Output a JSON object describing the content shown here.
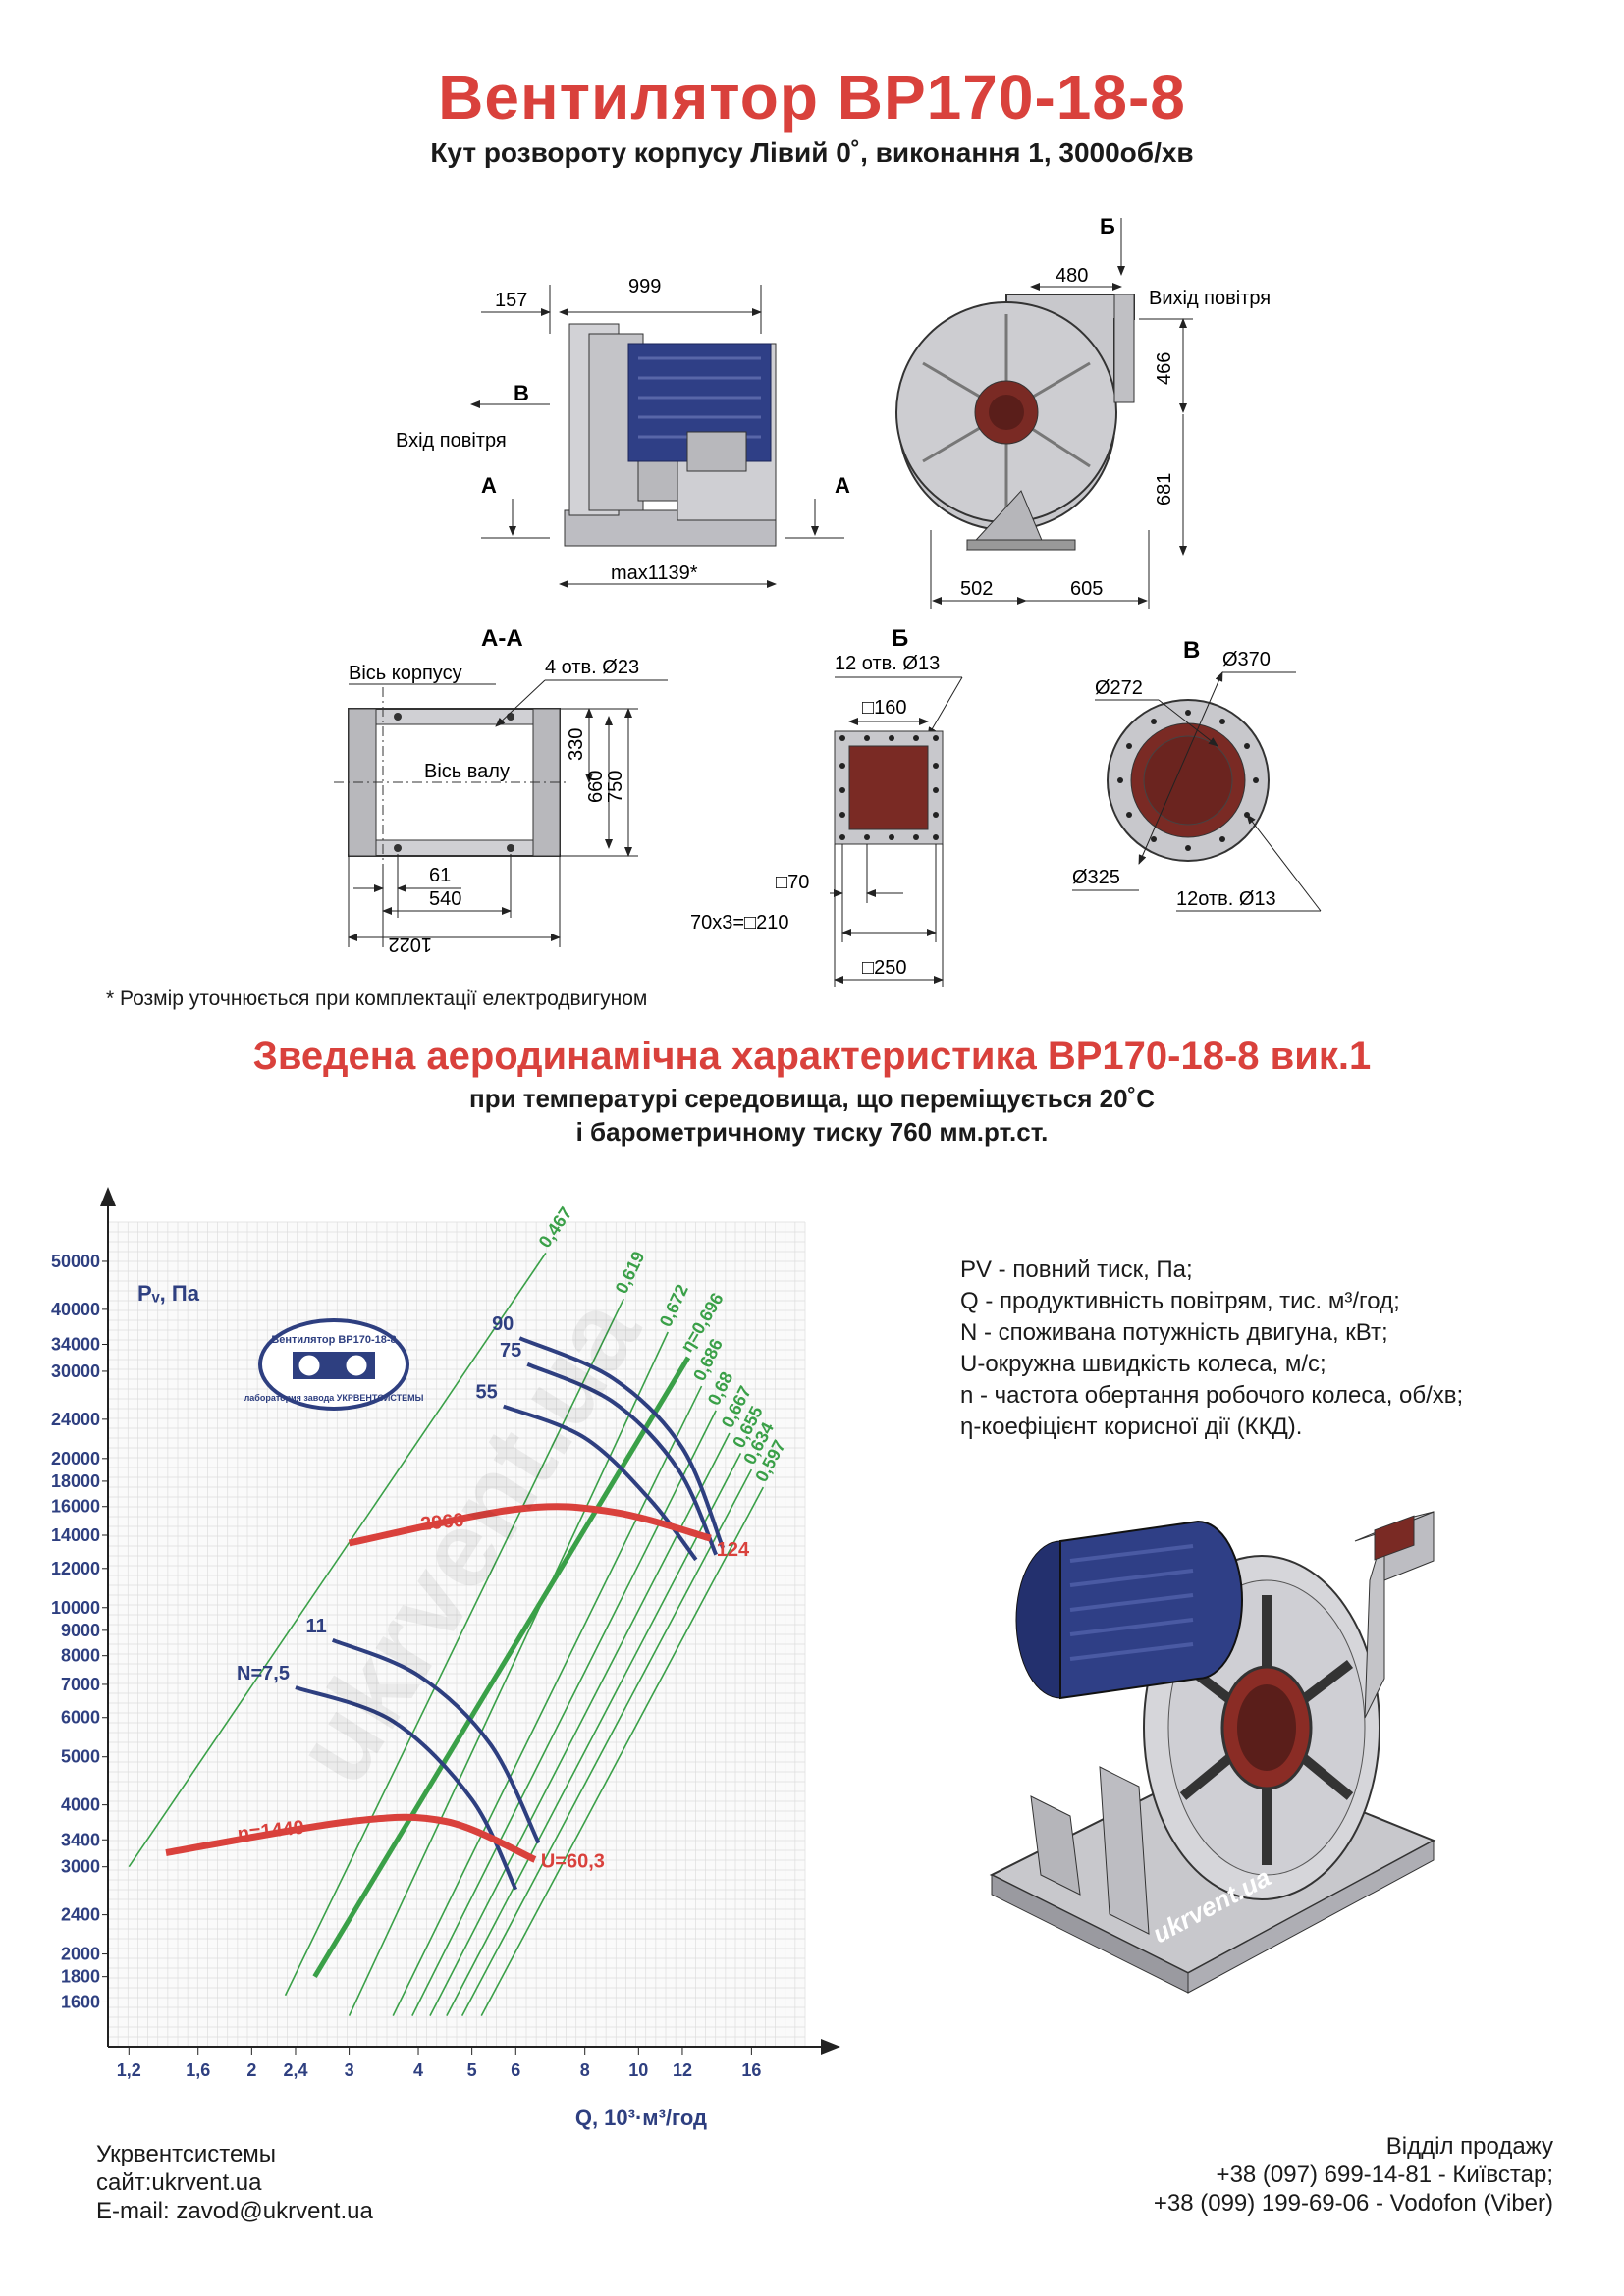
{
  "header": {
    "title": "Вентилятор ВР170-18-8",
    "subtitle": "Кут розвороту корпусу Лівий 0˚, виконання 1, 3000об/хв"
  },
  "watermark": "ukrvent.ua",
  "drawings": {
    "side": {
      "dim_157": "157",
      "dim_999": "999",
      "dim_max": "max1139*",
      "label_b": "В",
      "label_a_left": "А",
      "label_a_right": "А",
      "inlet": "Вхід повітря"
    },
    "front": {
      "label_b": "Б",
      "dim_480": "480",
      "outlet": "Вихід повітря",
      "dim_466": "466",
      "dim_681": "681",
      "dim_502": "502",
      "dim_605": "605"
    },
    "section_aa": {
      "title": "А-А",
      "axis_body": "Вісь корпусу",
      "holes": "4 отв. Ø23",
      "axis_shaft": "Вісь валу",
      "dim_330": "330",
      "dim_660": "660",
      "dim_750": "750",
      "dim_61": "61",
      "dim_540": "540",
      "dim_1022": "1022"
    },
    "view_b": {
      "title": "Б",
      "holes": "12 отв.  Ø13",
      "sq160": "□160",
      "sq70": "□70",
      "pitch": "70x3=□210",
      "sq250": "□250"
    },
    "view_v": {
      "title": "В",
      "d272": "Ø272",
      "d370": "Ø370",
      "d325": "Ø325",
      "holes": "12отв.  Ø13"
    }
  },
  "footnote": "* Розмір уточнюється при комплектації електродвигуном",
  "section": {
    "title": "Зведена аеродинамічна характеристика ВР170-18-8 вик.1",
    "cond1": "при температурі середовища, що переміщується 20˚С",
    "cond2": "і барометричному тиску 760 мм.рт.ст."
  },
  "badge": {
    "line1": "Вентилятор ВР170-18-8",
    "line2": "лаборатория завода УКРВЕНТСИСТЕМЫ"
  },
  "legend": [
    "PV - повний тиск, Па;",
    "Q - продуктивність повітрям, тис. м³/год;",
    "N - споживана потужність двигуна, кВт;",
    "U-окружна швидкість колеса, м/с;",
    "n - частота обертання робочого колеса, об/хв;",
    "η-коефіцієнт корисної дії (ККД)."
  ],
  "chart_data": {
    "type": "line",
    "title": "",
    "ylabel": "Pᵥ, Па",
    "xlabel": "Q, 10³·м³/год",
    "x_scale": "log",
    "y_scale": "log",
    "xlim": [
      1.1,
      20
    ],
    "ylim": [
      1300,
      60000
    ],
    "x_ticks": [
      1.2,
      1.6,
      2,
      2.4,
      3,
      4,
      5,
      6,
      8,
      10,
      12,
      16
    ],
    "x_tick_labels": [
      "1,2",
      "1,6",
      "2",
      "2,4",
      "3",
      "4",
      "5",
      "6",
      "8",
      "10",
      "12",
      "16"
    ],
    "y_ticks": [
      1600,
      1800,
      2000,
      2400,
      3000,
      3400,
      4000,
      5000,
      6000,
      7000,
      8000,
      9000,
      10000,
      12000,
      14000,
      16000,
      18000,
      20000,
      24000,
      30000,
      34000,
      40000,
      50000
    ],
    "y_tick_labels": [
      "1600",
      "1800",
      "2000",
      "2400",
      "3000",
      "3400",
      "4000",
      "5000",
      "6000",
      "7000",
      "8000",
      "9000",
      "10000",
      "12000",
      "14000",
      "16000",
      "18000",
      "20000",
      "24000",
      "30000",
      "34000",
      "40000",
      "50000"
    ],
    "grid": true,
    "efficiency_lines": [
      {
        "name": "0,467",
        "x0": 1.2,
        "y0": 3000,
        "x1": 6.8,
        "y1": 52000
      },
      {
        "name": "0,619",
        "x0": 2.3,
        "y0": 1650,
        "x1": 9.4,
        "y1": 42000
      },
      {
        "name": "0,672",
        "x0": 3.0,
        "y0": 1500,
        "x1": 11.3,
        "y1": 36000
      },
      {
        "name": "η=0,696",
        "x0": 2.6,
        "y0": 1800,
        "x1": 12.3,
        "y1": 32000,
        "main": true
      },
      {
        "name": "0,686",
        "x0": 3.6,
        "y0": 1500,
        "x1": 13.0,
        "y1": 28000
      },
      {
        "name": "0,68",
        "x0": 3.9,
        "y0": 1500,
        "x1": 13.8,
        "y1": 25000
      },
      {
        "name": "0,667",
        "x0": 4.2,
        "y0": 1500,
        "x1": 14.6,
        "y1": 22500
      },
      {
        "name": "0,655",
        "x0": 4.5,
        "y0": 1500,
        "x1": 15.3,
        "y1": 20500
      },
      {
        "name": "0,634",
        "x0": 4.8,
        "y0": 1500,
        "x1": 16.0,
        "y1": 19000
      },
      {
        "name": "0,597",
        "x0": 5.2,
        "y0": 1500,
        "x1": 16.8,
        "y1": 17500
      }
    ],
    "power_curves": [
      {
        "name": "90",
        "points": [
          [
            6.1,
            35000
          ],
          [
            9.0,
            29000
          ],
          [
            12.0,
            21000
          ],
          [
            14.2,
            13200
          ]
        ]
      },
      {
        "name": "75",
        "points": [
          [
            6.3,
            31000
          ],
          [
            9.0,
            26000
          ],
          [
            11.8,
            19000
          ],
          [
            13.8,
            12800
          ]
        ]
      },
      {
        "name": "55",
        "points": [
          [
            5.7,
            25500
          ],
          [
            8.0,
            22000
          ],
          [
            10.5,
            16500
          ],
          [
            12.7,
            12500
          ]
        ]
      },
      {
        "name": "11",
        "points": [
          [
            2.8,
            8600
          ],
          [
            4.0,
            7300
          ],
          [
            5.4,
            5300
          ],
          [
            6.6,
            3350
          ]
        ]
      },
      {
        "name": "N=7,5",
        "points": [
          [
            2.4,
            6900
          ],
          [
            3.6,
            5900
          ],
          [
            5.0,
            4100
          ],
          [
            6.0,
            2700
          ]
        ]
      }
    ],
    "speed_curves": [
      {
        "name": "2960",
        "points": [
          [
            3.0,
            13500
          ],
          [
            6.0,
            15800
          ],
          [
            9.0,
            15600
          ],
          [
            13.5,
            13800
          ]
        ]
      },
      {
        "name": "n=1440",
        "points": [
          [
            1.4,
            3200
          ],
          [
            3.0,
            3700
          ],
          [
            4.5,
            3700
          ],
          [
            6.5,
            3100
          ]
        ]
      }
    ],
    "series_labels": {
      "u_label": "U=60,3",
      "u_max": "124"
    }
  },
  "footer": {
    "company": "Укрвентсистемы",
    "site": "сайт:ukrvent.ua",
    "email": "E-mail: zavod@ukrvent.ua",
    "sales_title": "Відділ продажу",
    "phone1": "+38 (097) 699-14-81 - Київстар;",
    "phone2": "+38 (099) 199-69-06 - Vodofon (Viber)"
  },
  "colors": {
    "accent_red": "#d9413c",
    "curve_blue": "#2e3f80",
    "eff_green": "#3aa048",
    "metal": "#c8c8cc",
    "motor_blue": "#2f3f86",
    "flange_red": "#7a2a24"
  }
}
